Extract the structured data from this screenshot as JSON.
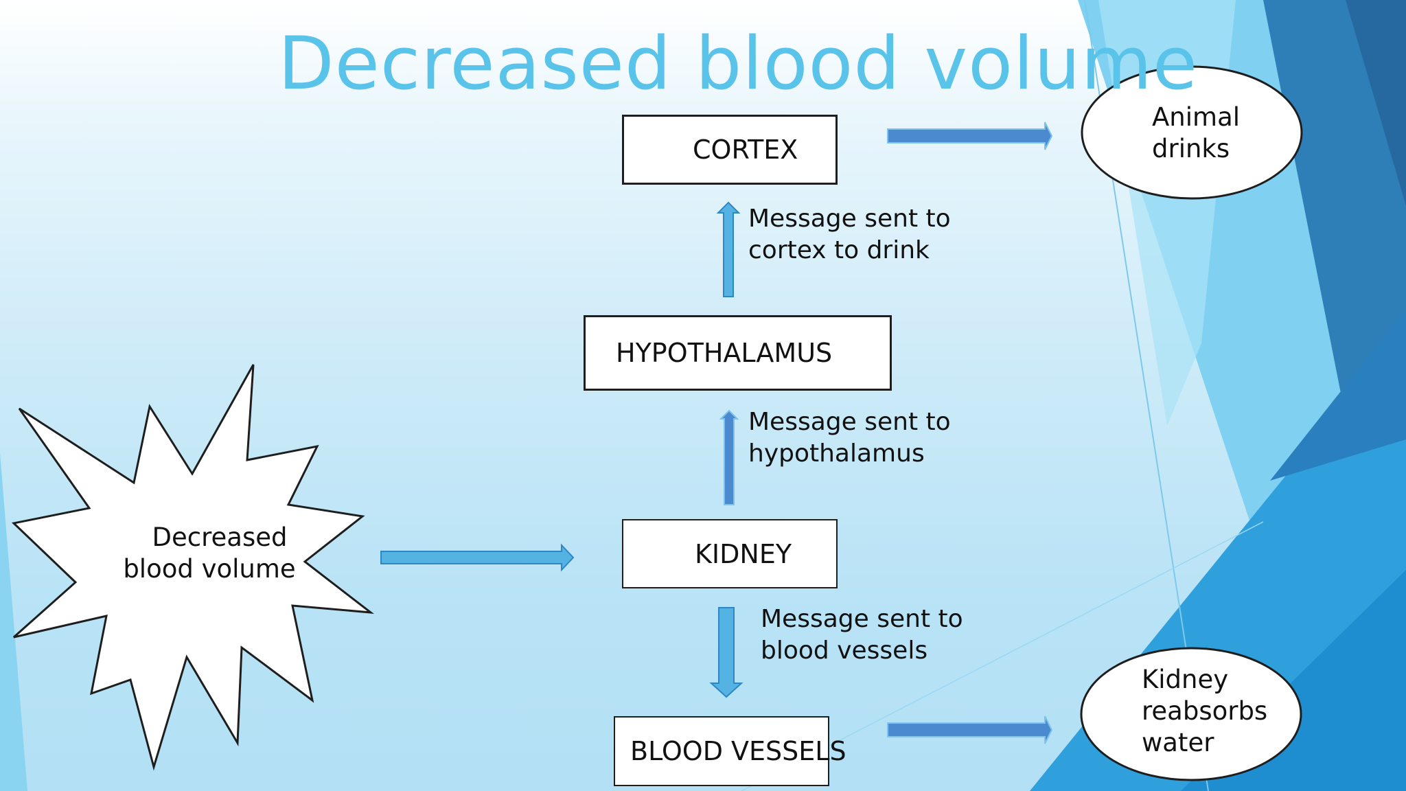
{
  "slide": {
    "title": "Decreased blood volume"
  },
  "nodes": {
    "cortex": "CORTEX",
    "hypothalamus": "HYPOTHALAMUS",
    "kidney": "KIDNEY",
    "blood_vessels": "BLOOD VESSELS"
  },
  "starburst": {
    "line1": "Decreased",
    "line2": "blood volume"
  },
  "outcomes": {
    "animal_drinks": {
      "line1": "Animal",
      "line2": "drinks"
    },
    "kidney_reabsorbs": {
      "line1": "Kidney",
      "line2": "reabsorbs",
      "line3": "water"
    }
  },
  "messages": {
    "to_cortex": {
      "line1": "Message sent to",
      "line2": "cortex to drink"
    },
    "to_hypothalamus": {
      "line1": "Message sent to",
      "line2": "hypothalamus"
    },
    "to_blood_vessels": {
      "line1": "Message sent to",
      "line2": "blood vessels"
    }
  },
  "colors": {
    "title": "#5ac3ea",
    "arrow_fill": "#4c8ad0",
    "arrow_fill_light": "#55b3e4",
    "accent_dark": "#2a6aa3",
    "accent_mid": "#2fa0dc",
    "accent_light": "#7fd0f1"
  }
}
